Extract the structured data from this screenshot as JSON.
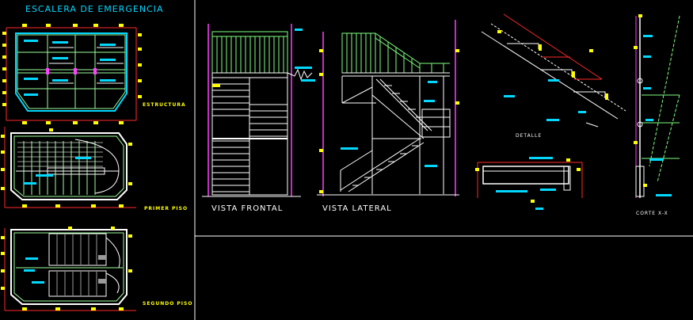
{
  "drawing": {
    "title": "ESCALERA DE EMERGENCIA",
    "labels": {
      "estructura": "ESTRUCTURA",
      "primer_piso": "PRIMER PISO",
      "segundo_piso": "SEGUNDO PISO",
      "vista_frontal": "VISTA FRONTAL",
      "vista_lateral": "VISTA LATERAL",
      "detalle": "DETALLE",
      "corte": "CORTE X-X"
    }
  },
  "colors": {
    "background": "#000000",
    "frame": "#ffffff",
    "walls": "#ffffff",
    "structure_green": "#9cff9c",
    "railing_green": "#7fff7f",
    "dimension_red": "#ff2a2a",
    "dimension_yellow": "#ffff00",
    "tags_cyan": "#00d8ff",
    "columns_magenta": "#ff40ff",
    "hatch_gray": "#9a9a9a"
  }
}
